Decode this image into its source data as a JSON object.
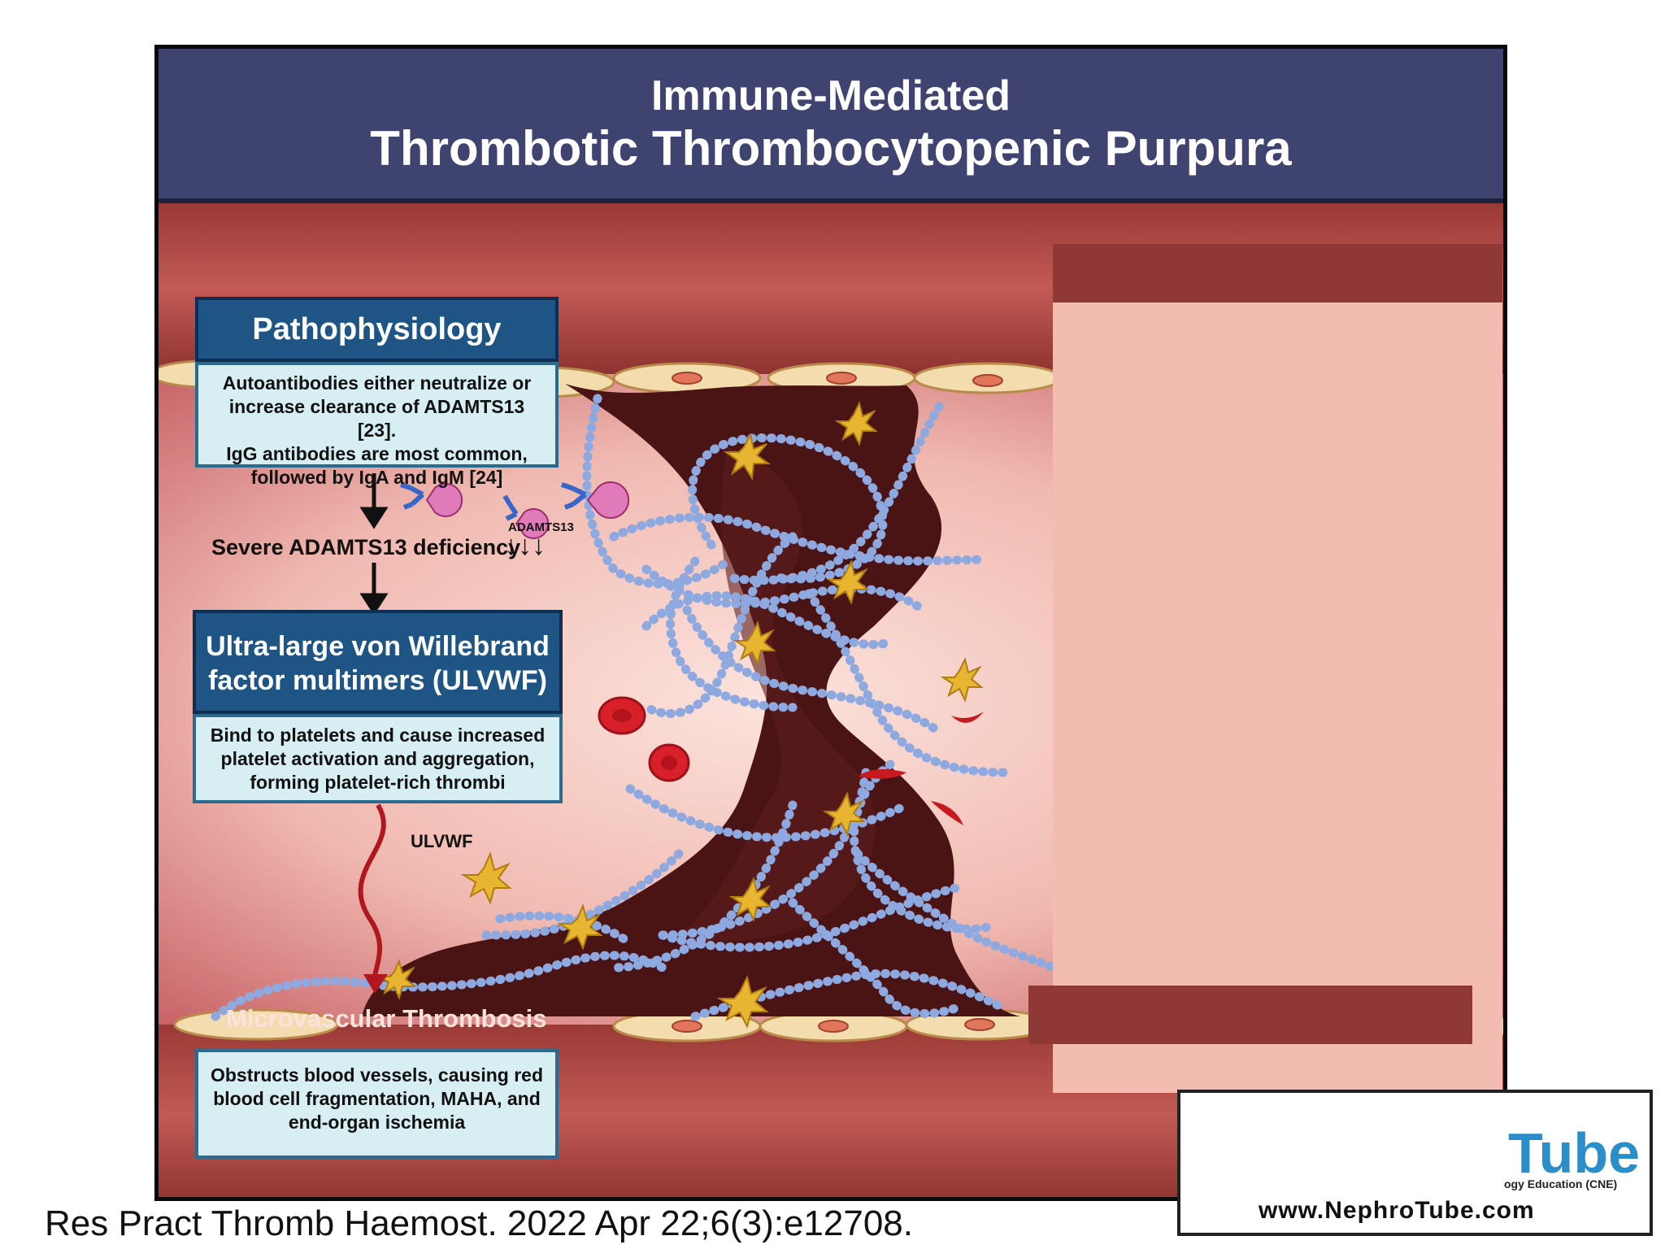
{
  "header": {
    "title_line1": "Immune-Mediated",
    "title_line2": "Thrombotic Thrombocytopenic Purpura"
  },
  "pathophysiology": {
    "heading": "Pathophysiology",
    "text_line1": "Autoantibodies either neutralize or",
    "text_line2": "increase clearance of ADAMTS13 [23].",
    "text_line3": "IgG antibodies are most common,",
    "text_line4": "followed by IgA and IgM [24]"
  },
  "deficiency": {
    "text": "Severe ADAMTS13 deficiency",
    "adamts13_label": "ADAMTS13",
    "arrows": "↓↓↓"
  },
  "ulvwf": {
    "heading_line1": "Ultra-large von Willebrand",
    "heading_line2": "factor multimers (ULVWF)",
    "text_line1": "Bind to platelets and cause increased",
    "text_line2": "platelet activation and aggregation,",
    "text_line3": "forming platelet-rich thrombi",
    "label": "ULVWF"
  },
  "thrombosis": {
    "heading": "Microvascular Thrombosis",
    "text_line1": "Obstructs blood vessels, causing red",
    "text_line2": "blood cell fragmentation, MAHA, and",
    "text_line3": "end-organ ischemia"
  },
  "citation": "Res Pract Thromb Haemost. 2022 Apr 22;6(3):e12708.",
  "logo": {
    "tube": "Tube",
    "subtitle": "ogy Education (CNE)",
    "url": "www.NephroTube.com"
  },
  "colors": {
    "banner": "#3f4370",
    "header_box": "#1e5585",
    "body_box": "#d7eef2",
    "vwf_strand": "#8ea8e0",
    "platelet": "#e8b530",
    "thrombus": "#4a1414"
  }
}
